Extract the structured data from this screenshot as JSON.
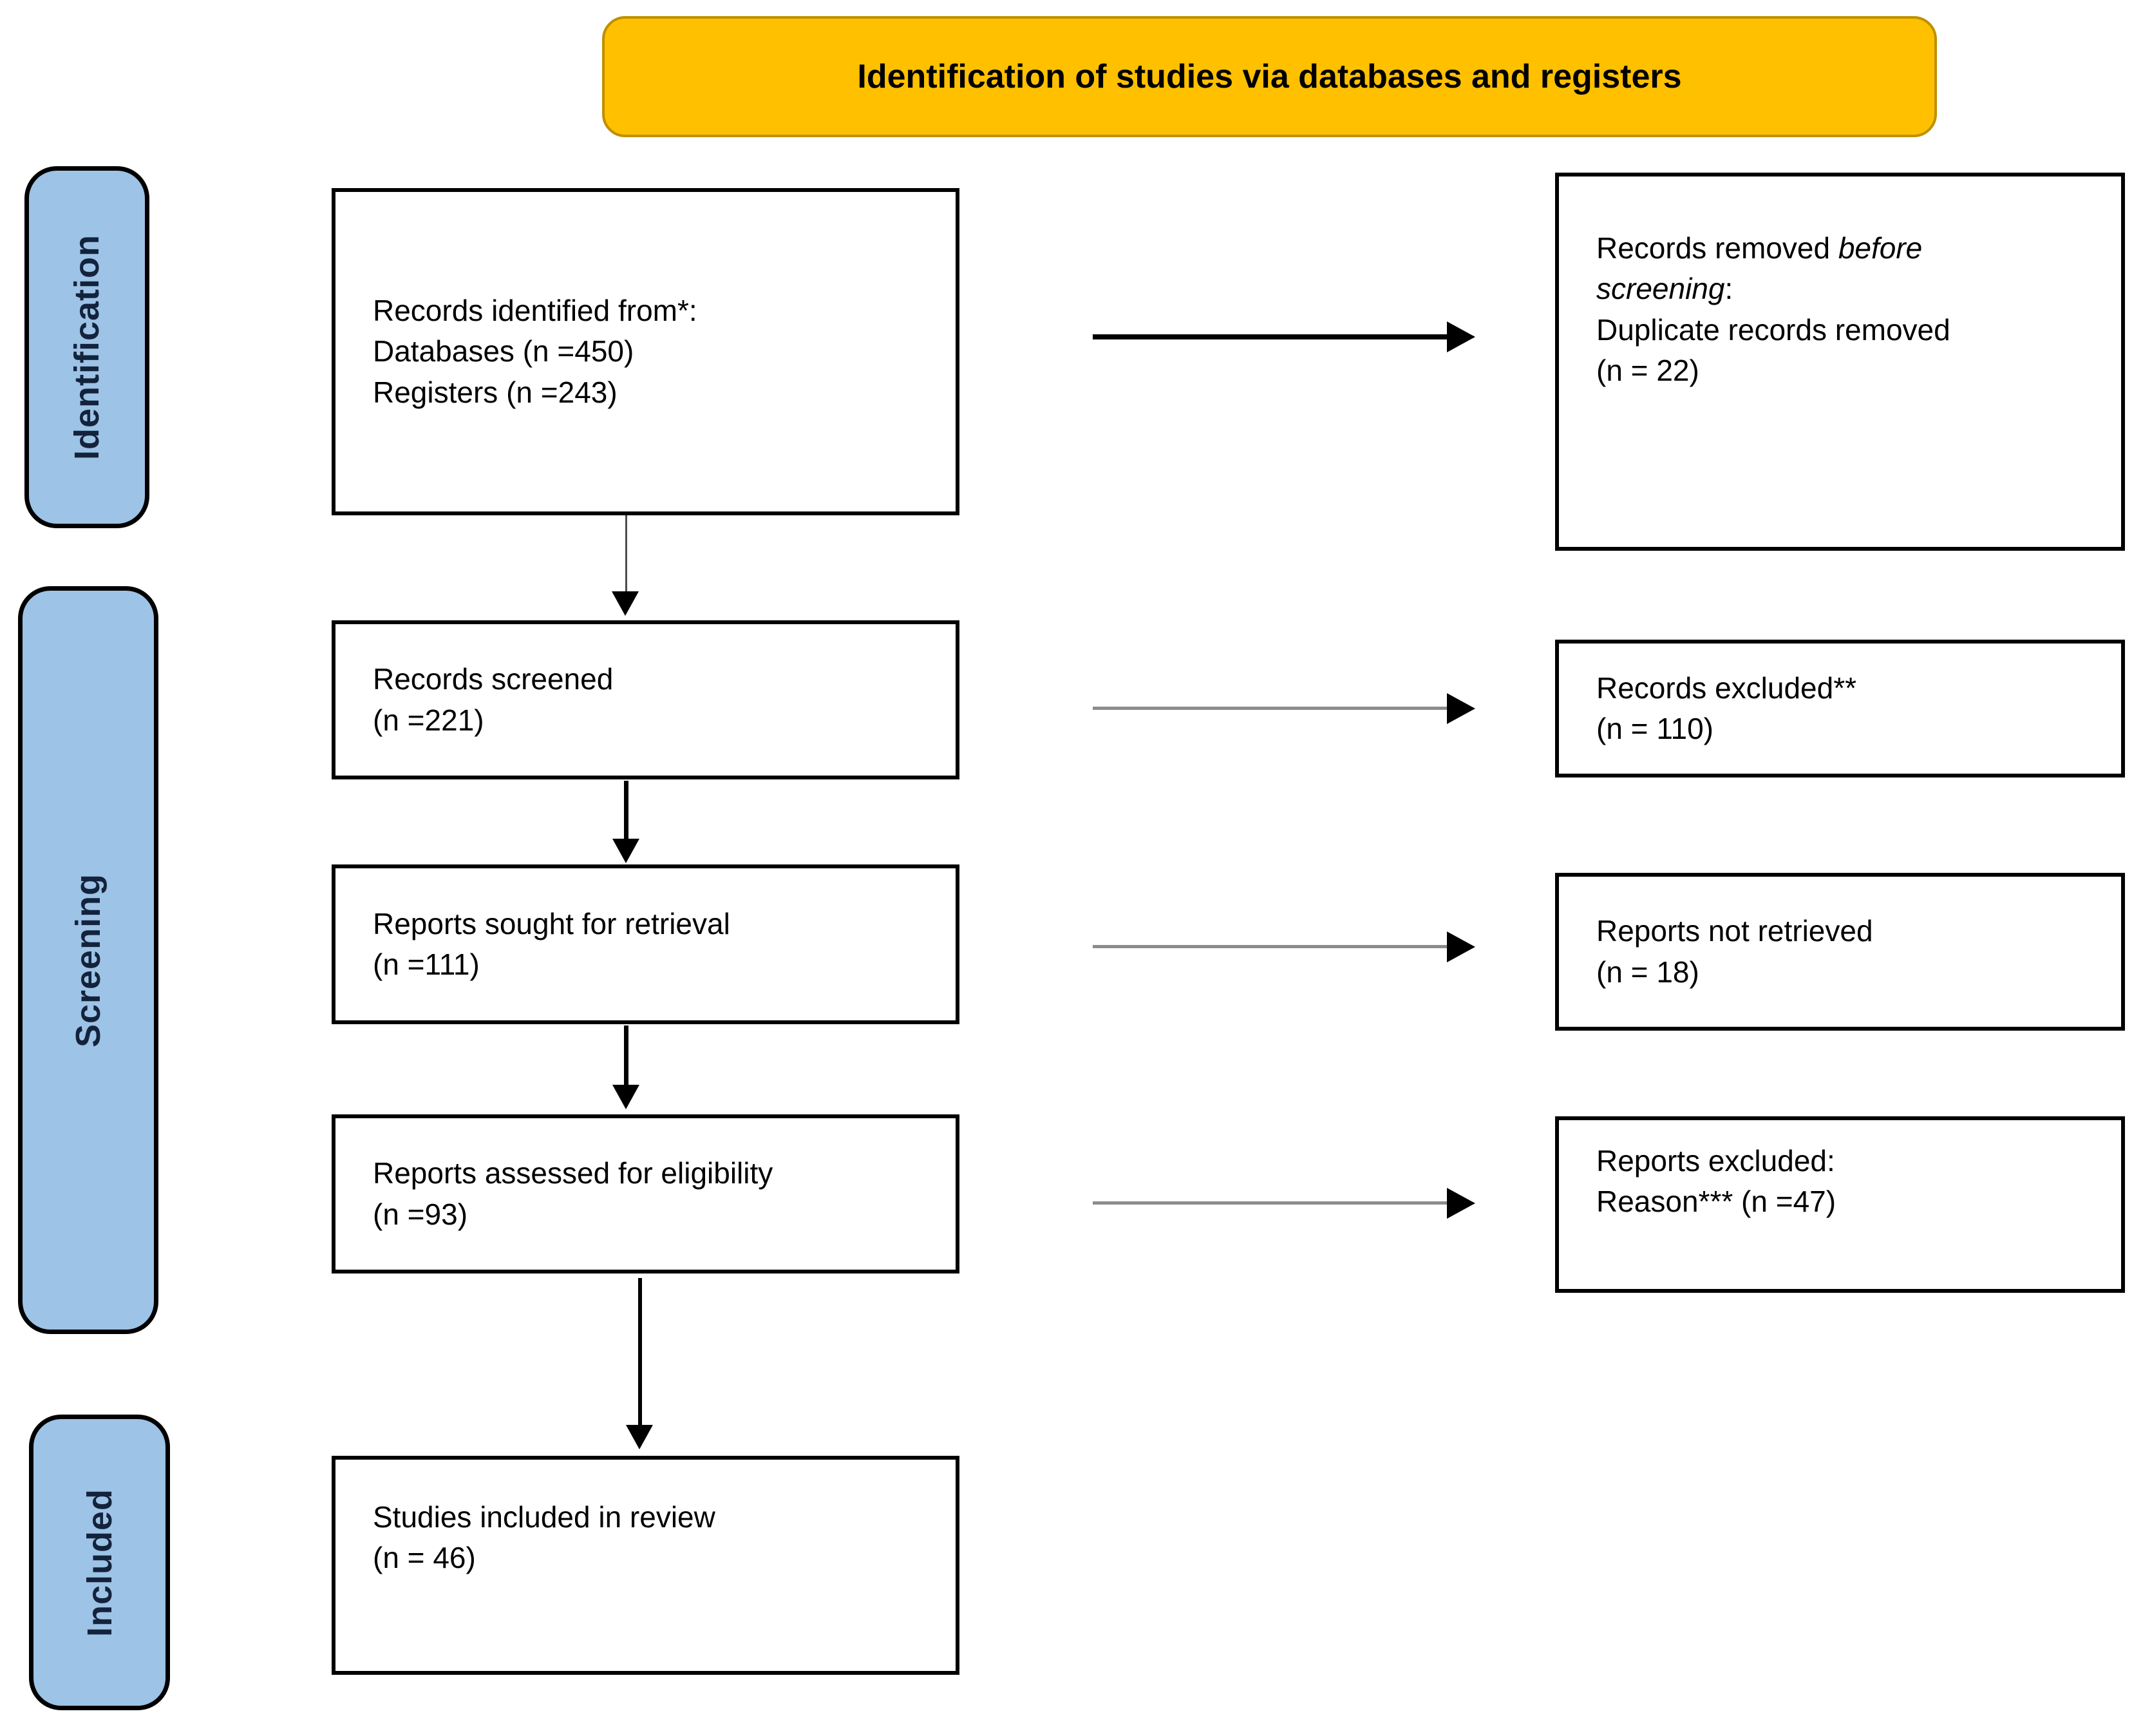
{
  "banner": {
    "title": "Identification of studies via databases and registers"
  },
  "stages": [
    {
      "label": "Identification"
    },
    {
      "label": "Screening"
    },
    {
      "label": "Included"
    }
  ],
  "boxes": {
    "left": [
      {
        "name": "records-identified",
        "lines": [
          "Records identified from*:",
          "Databases (n =450)",
          "Registers (n =243)"
        ]
      },
      {
        "name": "records-screened",
        "lines": [
          "Records screened",
          "(n =221)"
        ]
      },
      {
        "name": "reports-sought",
        "lines": [
          "Reports sought for retrieval",
          "(n =111)"
        ]
      },
      {
        "name": "reports-assessed",
        "lines": [
          "Reports assessed for eligibility",
          "(n =93)"
        ]
      },
      {
        "name": "studies-included",
        "lines": [
          "Studies included in review",
          "(n = 46)"
        ]
      }
    ],
    "right": [
      {
        "name": "records-removed-before-screening",
        "lines": [
          [
            {
              "t": "Records removed "
            },
            {
              "t": "before",
              "i": true
            }
          ],
          [
            {
              "t": "screening",
              "i": true
            },
            {
              "t": ":"
            }
          ],
          "Duplicate records removed",
          "(n = 22)"
        ]
      },
      {
        "name": "records-excluded",
        "lines": [
          "Records excluded**",
          "(n = 110)"
        ]
      },
      {
        "name": "reports-not-retrieved",
        "lines": [
          "Reports not retrieved",
          "(n = 18)"
        ]
      },
      {
        "name": "reports-excluded",
        "lines": [
          "Reports excluded:",
          "Reason*** (n =47)"
        ]
      }
    ]
  },
  "colors": {
    "banner_fill": "#FFC000",
    "banner_border": "#BF9000",
    "stage_fill": "#9DC3E6",
    "stage_border": "#000000",
    "stage_text": "#14233c",
    "box_border": "#000000",
    "arrow_black": "#000000",
    "arrow_gray": "#8C8C8C",
    "arrow_darkgray": "#4D4D4D"
  }
}
